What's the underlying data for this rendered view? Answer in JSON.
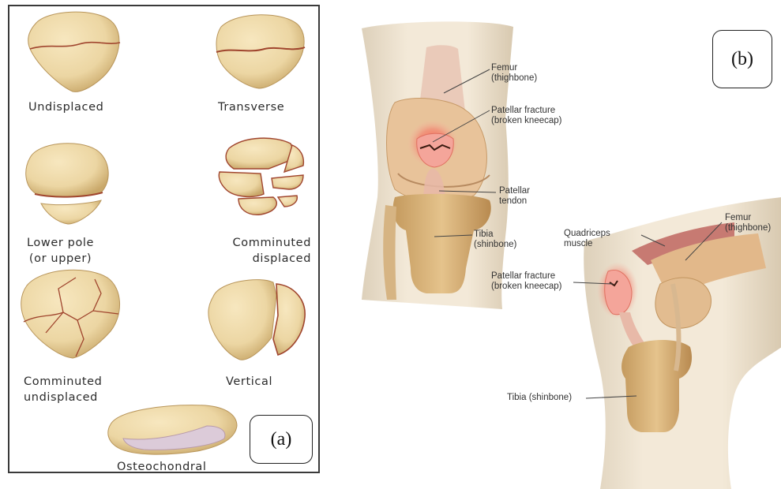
{
  "panel_a": {
    "tag": "(a)",
    "labels": {
      "undisplaced": "Undisplaced",
      "transverse": "Transverse",
      "lower_pole_line1": "Lower pole",
      "lower_pole_line2": "(or upper)",
      "comminuted_displaced_line1": "Comminuted",
      "comminuted_displaced_line2": "displaced",
      "comminuted_undisplaced_line1": "Comminuted",
      "comminuted_undisplaced_line2": "undisplaced",
      "vertical": "Vertical",
      "osteochondral": "Osteochondral"
    }
  },
  "panel_b": {
    "tag": "(b)",
    "front_view": {
      "femur_line1": "Femur",
      "femur_line2": "(thighbone)",
      "fracture_line1": "Patellar fracture",
      "fracture_line2": "(broken kneecap)",
      "tendon_line1": "Patellar",
      "tendon_line2": "tendon",
      "tibia_line1": "Tibia",
      "tibia_line2": "(shinbone)"
    },
    "side_view": {
      "femur_line1": "Femur",
      "femur_line2": "(thighbone)",
      "quadriceps_line1": "Quadriceps",
      "quadriceps_line2": "muscle",
      "fracture_line1": "Patellar fracture",
      "fracture_line2": "(broken kneecap)",
      "tibia": "Tibia (shinbone)"
    }
  },
  "colors": {
    "bone": "#ecd6a3",
    "bone_shadow": "#c9a86a",
    "fracture_line": "#a0452e",
    "cartilage": "#d9c9d6",
    "skin": "#efe3cf",
    "inflammation": "#f0524a"
  }
}
